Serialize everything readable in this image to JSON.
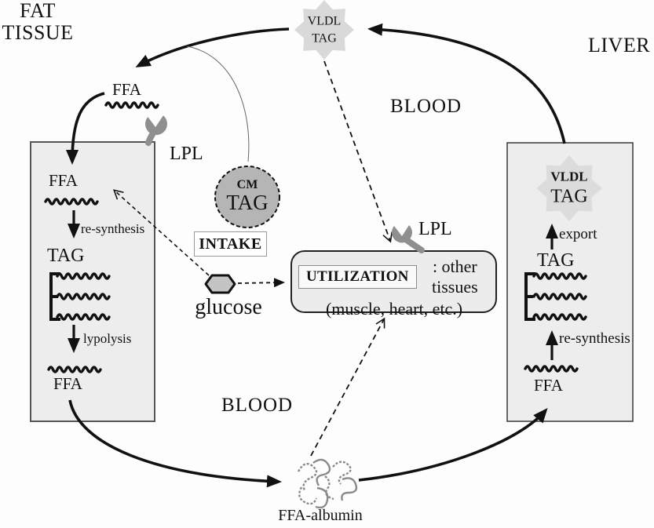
{
  "regions": {
    "fat_tissue_line1": "FAT",
    "fat_tissue_line2": "TISSUE",
    "liver": "LIVER",
    "blood_upper": "BLOOD",
    "blood_lower": "BLOOD"
  },
  "particles": {
    "vldl_blood": {
      "line1": "VLDL",
      "line2": "TAG"
    },
    "vldl_liver": {
      "line1": "VLDL",
      "line2": "TAG"
    },
    "cm": {
      "line1": "CM",
      "line2": "TAG"
    },
    "ffa_blood": "FFA",
    "ffa_albumin": "FFA-albumin",
    "glucose": "glucose"
  },
  "enzymes": {
    "lpl_fat": "LPL",
    "lpl_other": "LPL"
  },
  "process": {
    "intake": "INTAKE",
    "utilization": "UTILIZATION",
    "utilization_suffix": ": other tissues",
    "utilization_detail": "(muscle, heart, etc.)"
  },
  "fat_tissue_box": {
    "ffa_in": "FFA",
    "resynthesis": "re-synthesis",
    "tag": "TAG",
    "lypolysis": "lypolysis",
    "ffa_out": "FFA"
  },
  "liver_box": {
    "vldl_line1": "VLDL",
    "vldl_line2": "TAG",
    "export": "export",
    "tag": "TAG",
    "resynthesis": "re-synthesis",
    "ffa": "FFA"
  },
  "colors": {
    "tissue_box_fill": "#ededed",
    "star_fill": "#d9d9d9",
    "cm_fill": "#b5b5b5",
    "glucose_fill": "#c4c4c4",
    "enzyme_gray": "#8f8f8f",
    "ink": "#111111"
  }
}
